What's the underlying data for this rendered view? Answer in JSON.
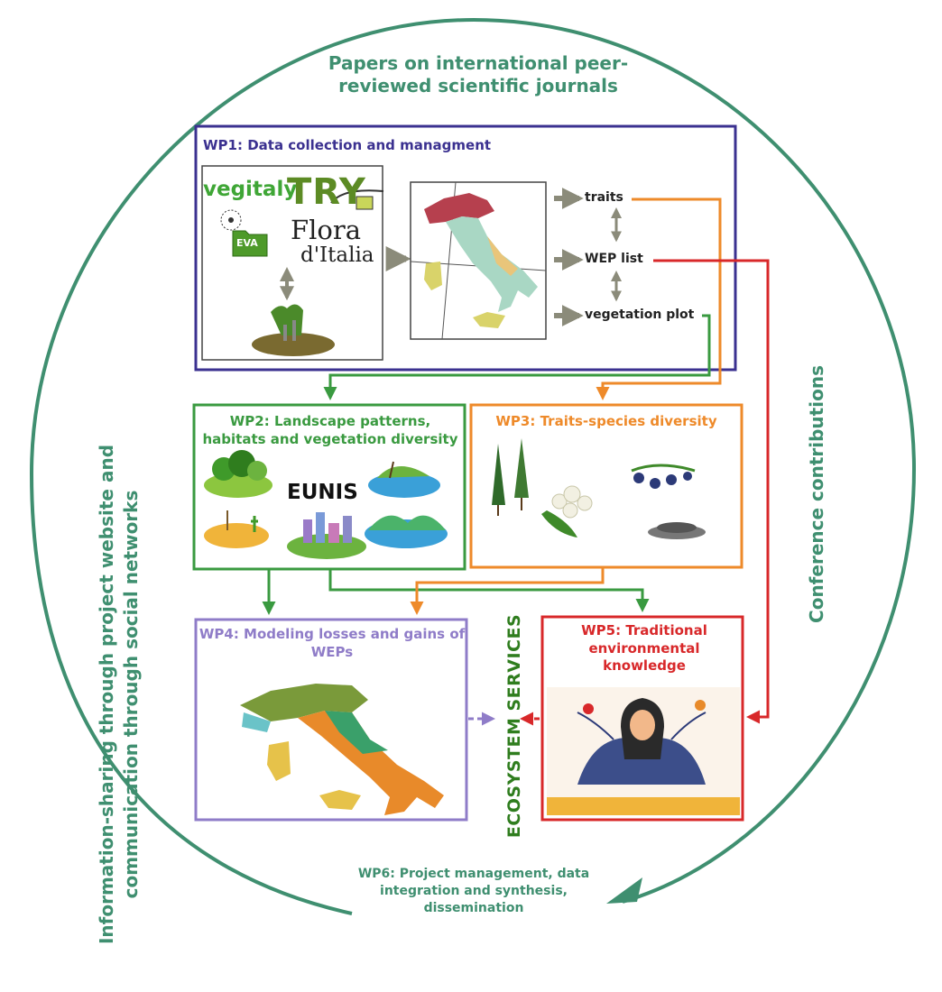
{
  "title": "Papers on international peer-reviewed scientific journals",
  "left_label": "Information-sharing through project website and communication through social networks",
  "right_label": "Conference contributions",
  "bottom_label": "WP6: Project management, data integration and synthesis, dissemination",
  "ecosystem_label": "ECOSYSTEM SERVICES",
  "wp1": {
    "title": "WP1: Data collection and managment",
    "sources": {
      "vegitaly": "vegitaly",
      "try": "TRY",
      "flora": "Flora",
      "ditalia": "d'Italia",
      "eva": "EVA"
    },
    "outputs": [
      "traits",
      "WEP list",
      "vegetation plot"
    ]
  },
  "wp2": {
    "title": "WP2: Landscape patterns, habitats and vegetation diversity",
    "eunis": "EUNIS"
  },
  "wp3": {
    "title": "WP3: Traits-species diversity"
  },
  "wp4": {
    "title": "WP4: Modeling losses and gains of WEPs"
  },
  "wp5": {
    "title": "WP5: Traditional environmental knowledge"
  },
  "colors": {
    "circle": "#3f8f70",
    "wp1": "#3b3190",
    "wp2": "#3a9a40",
    "wp3": "#ee8a2a",
    "wp4": "#8f7cc8",
    "wp5": "#d8282a",
    "grey_arrow": "#8b8b7a",
    "eco": "#2f7d1e"
  }
}
